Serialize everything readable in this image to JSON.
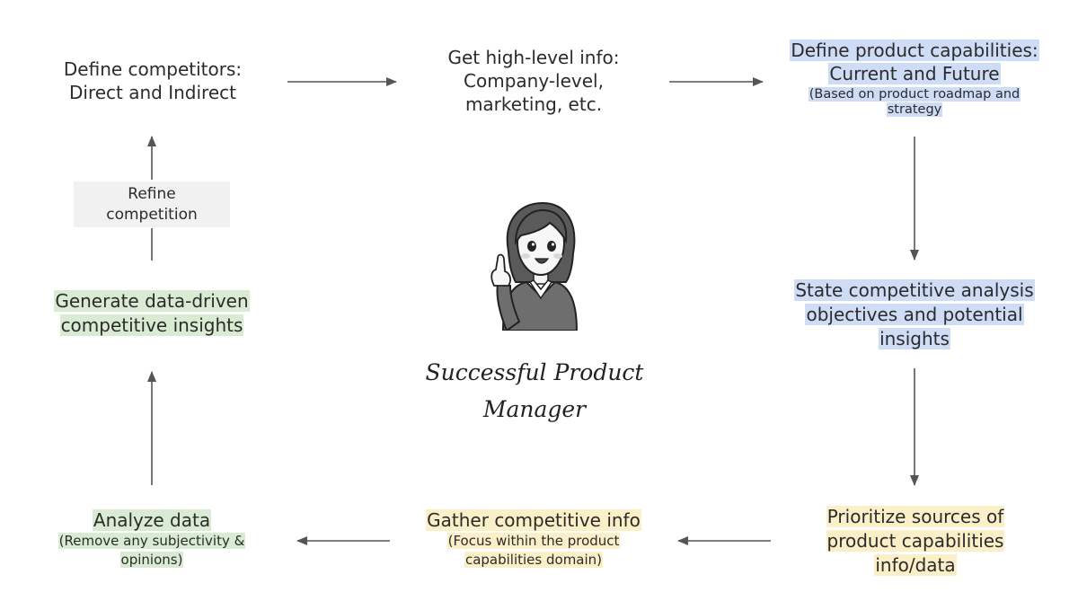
{
  "nodes": {
    "define_competitors": {
      "line1": "Define competitors:",
      "line2": "Direct and Indirect"
    },
    "high_level_info": {
      "line1": "Get high-level info:",
      "line2": "Company-level,",
      "line3": "marketing, etc."
    },
    "product_capabilities": {
      "line1": "Define product capabilities:",
      "line2": "Current and Future",
      "note1": "(Based on product roadmap and",
      "note2": "strategy"
    },
    "state_objectives": {
      "line1": "State competitive analysis",
      "line2": "objectives and potential",
      "line3": "insights"
    },
    "prioritize_sources": {
      "line1": "Prioritize sources of",
      "line2": "product capabilities",
      "line3": "info/data"
    },
    "gather_info": {
      "line1": "Gather competitive info",
      "note1": "(Focus within the product",
      "note2": "capabilities domain)"
    },
    "analyze_data": {
      "line1": "Analyze data",
      "note1": "(Remove any subjectivity &",
      "note2": "opinions)"
    },
    "generate_insights": {
      "line1": "Generate data-driven",
      "line2": "competitive insights"
    },
    "refine_competition": {
      "line1": "Refine",
      "line2": "competition"
    }
  },
  "center": {
    "caption_line1": "Successful Product",
    "caption_line2": "Manager"
  },
  "colors": {
    "blue_highlight": "#cfdcf6",
    "green_highlight": "#d9ecd3",
    "yellow_highlight": "#fbefc8",
    "gray_box": "#f1f1f1",
    "arrow": "#555555"
  }
}
